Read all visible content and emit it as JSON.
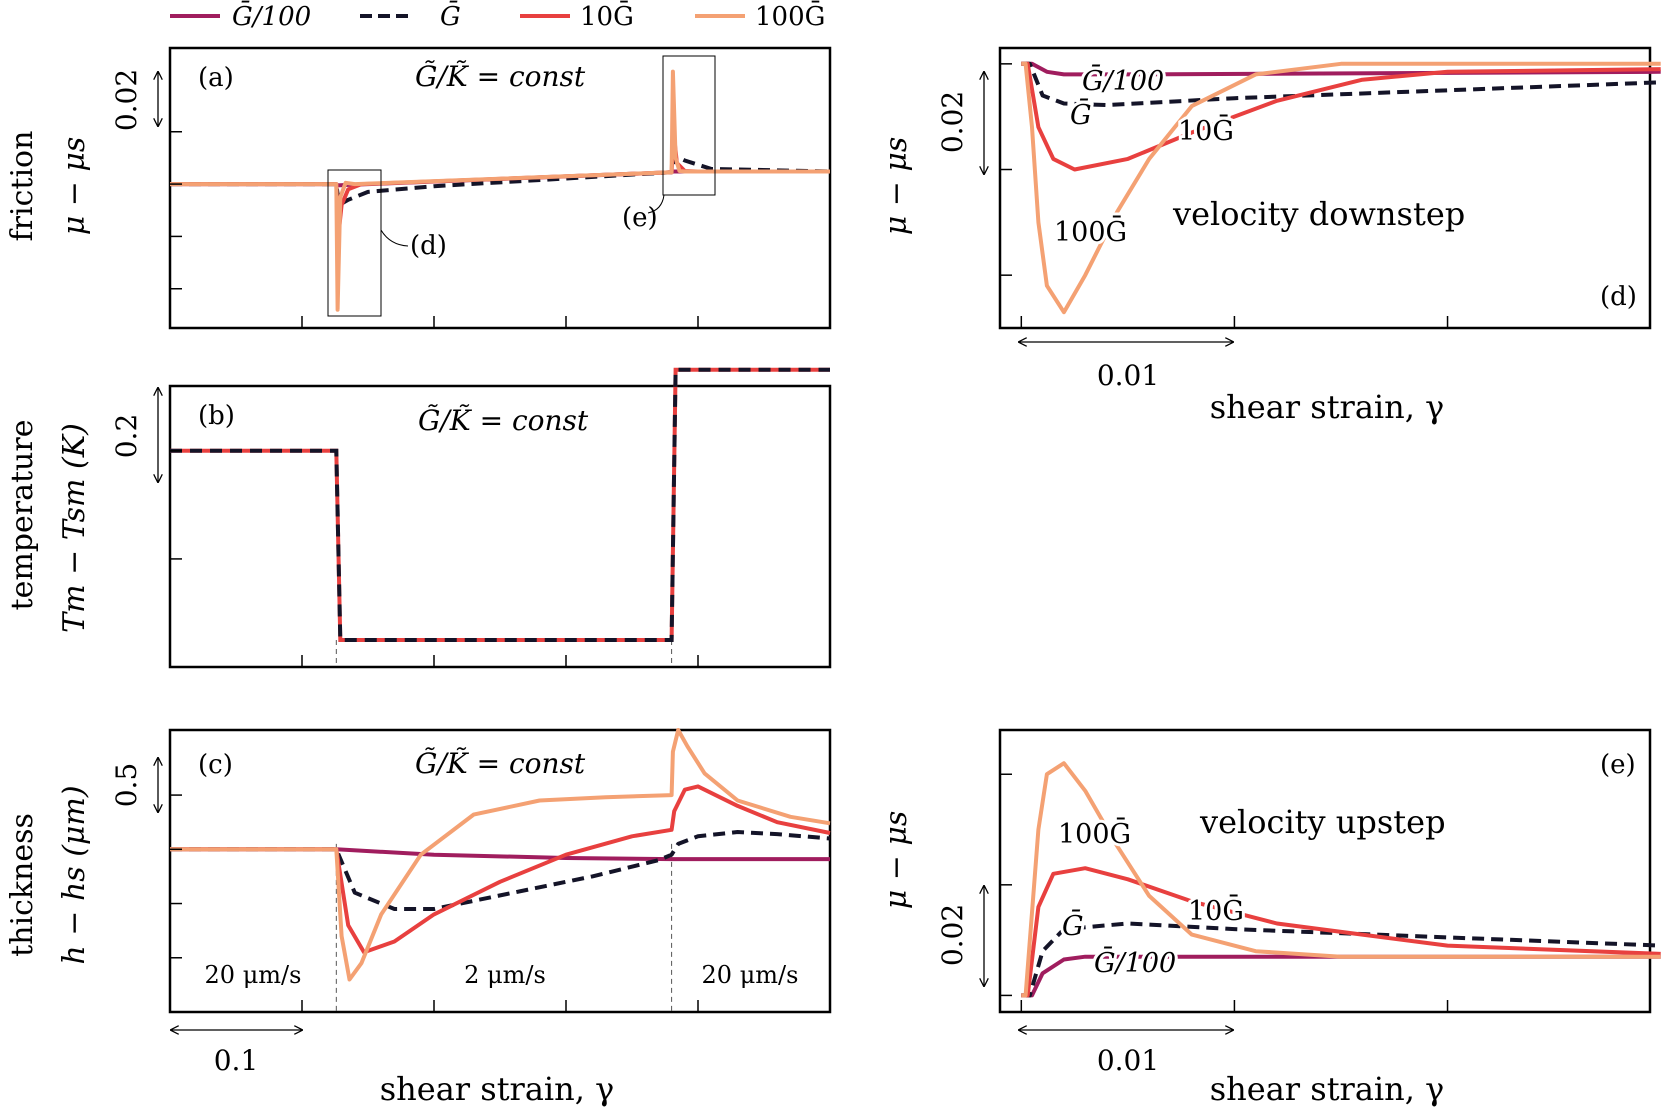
{
  "legend": [
    {
      "label": "Ḡ/100",
      "color": "#a01d5e",
      "dash": false
    },
    {
      "label": "Ḡ",
      "color": "#141428",
      "dash": true
    },
    {
      "label": "10Ḡ",
      "color": "#e8403f",
      "dash": false
    },
    {
      "label": "100Ḡ",
      "color": "#f4a173",
      "dash": false
    }
  ],
  "row_labels": {
    "friction": "friction",
    "temperature": "temperature",
    "thickness": "thickness"
  },
  "panels": {
    "a": {
      "tag": "(a)",
      "ylabel": "μ − μs",
      "annotation": "G̃/K̃ = const",
      "scale_label": "0.02",
      "callout_d": "(d)",
      "callout_e": "(e)"
    },
    "b": {
      "tag": "(b)",
      "ylabel": "Tm − Tsm (K)",
      "annotation": "G̃/K̃ = const",
      "scale_label": "0.2"
    },
    "c": {
      "tag": "(c)",
      "ylabel": "h − hs (μm)",
      "annotation": "G̃/K̃ = const",
      "scale_label": "0.5",
      "segments": [
        "20 μm/s",
        "2 μm/s",
        "20 μm/s"
      ],
      "x_scale_label": "0.1",
      "xlabel": "shear strain, γ"
    },
    "d": {
      "tag": "(d)",
      "ylabel": "μ − μs",
      "title": "velocity downstep",
      "scale_label": "0.02",
      "x_scale_label": "0.01",
      "xlabel": "shear strain, γ",
      "series_labels": [
        "Ḡ/100",
        "Ḡ",
        "10Ḡ",
        "100Ḡ"
      ]
    },
    "e": {
      "tag": "(e)",
      "ylabel": "μ − μs",
      "title": "velocity upstep",
      "scale_label": "0.02",
      "x_scale_label": "0.01",
      "xlabel": "shear strain, γ",
      "series_labels": [
        "Ḡ/100",
        "Ḡ",
        "10Ḡ",
        "100Ḡ"
      ]
    }
  },
  "chart_data": [
    {
      "id": "a",
      "type": "line",
      "x_step_down": 0.126,
      "x_step_up": 0.38,
      "xlim": [
        0,
        0.5
      ],
      "ylim": [
        -0.055,
        0.052
      ],
      "tick_spacing": 0.02,
      "series": [
        {
          "name": "Ḡ/100",
          "key": "g1",
          "x": [
            0,
            0.126,
            0.127,
            0.135,
            0.38,
            0.381,
            0.39,
            0.5
          ],
          "y": [
            0,
            0,
            -0.0005,
            -0.0003,
            0.0045,
            0.0048,
            0.0048,
            0.0048
          ]
        },
        {
          "name": "Ḡ",
          "key": "g2",
          "x": [
            0,
            0.126,
            0.128,
            0.135,
            0.15,
            0.2,
            0.38,
            0.382,
            0.39,
            0.41,
            0.5
          ],
          "y": [
            0,
            0,
            -0.008,
            -0.006,
            -0.003,
            -0.0008,
            0.0045,
            0.011,
            0.009,
            0.0058,
            0.0048
          ]
        },
        {
          "name": "10Ḡ",
          "key": "g3",
          "x": [
            0,
            0.126,
            0.1275,
            0.13,
            0.135,
            0.145,
            0.38,
            0.3815,
            0.384,
            0.39,
            0.4,
            0.5
          ],
          "y": [
            0,
            0,
            -0.02,
            -0.008,
            -0.002,
            0,
            0.0045,
            0.02,
            0.008,
            0.005,
            0.0048,
            0.0048
          ]
        },
        {
          "name": "100Ḡ",
          "key": "g4",
          "x": [
            0,
            0.126,
            0.127,
            0.129,
            0.133,
            0.14,
            0.38,
            0.381,
            0.383,
            0.386,
            0.39,
            0.5
          ],
          "y": [
            0,
            0,
            -0.048,
            -0.005,
            0.0005,
            0,
            0.0045,
            0.043,
            0.01,
            0.005,
            0.0048,
            0.0048
          ]
        }
      ]
    },
    {
      "id": "b",
      "type": "line",
      "xlim": [
        0,
        0.5
      ],
      "ylim": [
        -0.4,
        0.12
      ],
      "tick_spacing": 0.2,
      "series": [
        {
          "name": "all",
          "x": [
            0,
            0.126,
            0.129,
            0.38,
            0.383,
            0.5
          ],
          "y": [
            0,
            0,
            -0.35,
            -0.35,
            0.15,
            0.15
          ]
        }
      ]
    },
    {
      "id": "c",
      "type": "line",
      "xlim": [
        0,
        0.5
      ],
      "ylim": [
        -1.5,
        1.1
      ],
      "tick_spacing": 0.5,
      "series": [
        {
          "name": "Ḡ/100",
          "key": "g1",
          "x": [
            0,
            0.126,
            0.2,
            0.3,
            0.38,
            0.5
          ],
          "y": [
            0,
            0,
            -0.05,
            -0.08,
            -0.09,
            -0.09
          ]
        },
        {
          "name": "Ḡ",
          "key": "g2",
          "x": [
            0,
            0.126,
            0.14,
            0.17,
            0.2,
            0.26,
            0.32,
            0.37,
            0.38,
            0.385,
            0.4,
            0.43,
            0.46,
            0.5
          ],
          "y": [
            0,
            0,
            -0.4,
            -0.55,
            -0.55,
            -0.4,
            -0.25,
            -0.1,
            -0.05,
            0.05,
            0.12,
            0.16,
            0.14,
            0.1
          ]
        },
        {
          "name": "10Ḡ",
          "key": "g3",
          "x": [
            0,
            0.126,
            0.135,
            0.147,
            0.17,
            0.2,
            0.25,
            0.3,
            0.35,
            0.38,
            0.382,
            0.39,
            0.4,
            0.43,
            0.46,
            0.5
          ],
          "y": [
            0,
            0,
            -0.7,
            -0.95,
            -0.85,
            -0.6,
            -0.3,
            -0.05,
            0.12,
            0.18,
            0.35,
            0.55,
            0.58,
            0.4,
            0.25,
            0.15
          ]
        },
        {
          "name": "100Ḡ",
          "key": "g4",
          "x": [
            0,
            0.126,
            0.13,
            0.136,
            0.145,
            0.16,
            0.19,
            0.23,
            0.28,
            0.33,
            0.38,
            0.381,
            0.385,
            0.392,
            0.405,
            0.43,
            0.47,
            0.5
          ],
          "y": [
            0,
            0,
            -0.8,
            -1.2,
            -1.05,
            -0.6,
            -0.05,
            0.32,
            0.45,
            0.48,
            0.5,
            0.9,
            1.1,
            0.95,
            0.7,
            0.45,
            0.3,
            0.24
          ]
        }
      ]
    },
    {
      "id": "d",
      "type": "line",
      "xlim": [
        -0.001,
        0.0295
      ],
      "ylim": [
        -0.05,
        0.003
      ],
      "tick_spacing": 0.02,
      "series": [
        {
          "name": "Ḡ/100",
          "key": "g1",
          "x": [
            0,
            0.0005,
            0.0012,
            0.002,
            0.005,
            0.03
          ],
          "y": [
            0,
            0,
            -0.0015,
            -0.002,
            -0.002,
            -0.0015
          ]
        },
        {
          "name": "Ḡ",
          "key": "g2",
          "x": [
            0,
            0.0004,
            0.001,
            0.002,
            0.004,
            0.01,
            0.02,
            0.03
          ],
          "y": [
            0,
            0,
            -0.006,
            -0.0075,
            -0.0078,
            -0.0065,
            -0.005,
            -0.0035
          ]
        },
        {
          "name": "10Ḡ",
          "key": "g3",
          "x": [
            0,
            0.0003,
            0.0008,
            0.0015,
            0.0025,
            0.005,
            0.008,
            0.012,
            0.016,
            0.02,
            0.03
          ],
          "y": [
            0,
            0,
            -0.012,
            -0.018,
            -0.02,
            -0.018,
            -0.013,
            -0.007,
            -0.003,
            -0.0015,
            -0.001
          ]
        },
        {
          "name": "100Ḡ",
          "key": "g4",
          "x": [
            0,
            0.0002,
            0.0005,
            0.0008,
            0.0012,
            0.002,
            0.003,
            0.0045,
            0.006,
            0.008,
            0.011,
            0.015,
            0.02,
            0.03
          ],
          "y": [
            0,
            0,
            -0.012,
            -0.03,
            -0.042,
            -0.047,
            -0.04,
            -0.028,
            -0.018,
            -0.008,
            -0.002,
            0,
            0,
            0
          ]
        }
      ]
    },
    {
      "id": "e",
      "type": "line",
      "xlim": [
        -0.001,
        0.0295
      ],
      "ylim": [
        -0.003,
        0.048
      ],
      "tick_spacing": 0.02,
      "series": [
        {
          "name": "Ḡ/100",
          "key": "g1",
          "x": [
            0,
            0.0005,
            0.001,
            0.002,
            0.003,
            0.03
          ],
          "y": [
            0,
            0,
            0.004,
            0.0065,
            0.007,
            0.007
          ]
        },
        {
          "name": "Ḡ",
          "key": "g2",
          "x": [
            0,
            0.0004,
            0.001,
            0.002,
            0.005,
            0.01,
            0.02,
            0.03
          ],
          "y": [
            0,
            0,
            0.008,
            0.012,
            0.013,
            0.012,
            0.0105,
            0.009
          ]
        },
        {
          "name": "10Ḡ",
          "key": "g3",
          "x": [
            0,
            0.0003,
            0.0008,
            0.0015,
            0.003,
            0.005,
            0.008,
            0.012,
            0.016,
            0.02,
            0.03
          ],
          "y": [
            0,
            0,
            0.016,
            0.022,
            0.023,
            0.021,
            0.017,
            0.013,
            0.011,
            0.009,
            0.0075
          ]
        },
        {
          "name": "100Ḡ",
          "key": "g4",
          "x": [
            0,
            0.0002,
            0.0005,
            0.0008,
            0.0012,
            0.002,
            0.003,
            0.0045,
            0.006,
            0.008,
            0.011,
            0.015,
            0.02,
            0.03
          ],
          "y": [
            0,
            0,
            0.015,
            0.03,
            0.04,
            0.042,
            0.037,
            0.027,
            0.018,
            0.011,
            0.008,
            0.007,
            0.007,
            0.007
          ]
        }
      ]
    }
  ]
}
